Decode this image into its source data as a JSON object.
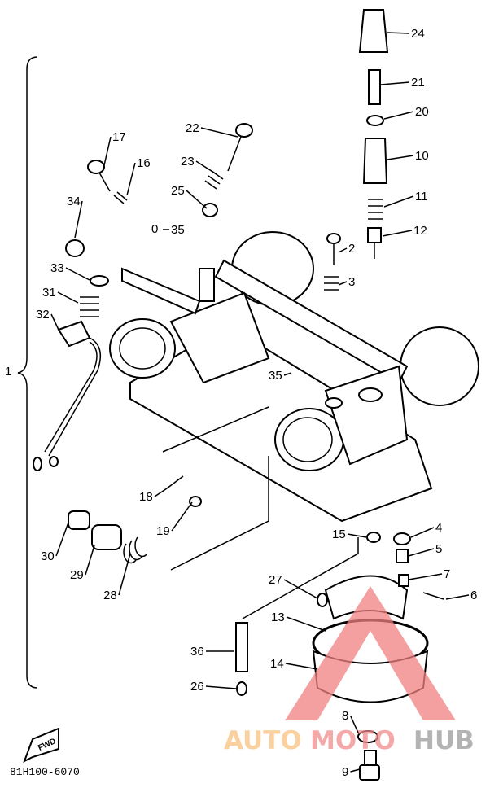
{
  "diagram": {
    "title_code": "81H100-6070",
    "fwd_label": "FWD",
    "labels": [
      "24",
      "21",
      "20",
      "10",
      "11",
      "12",
      "2",
      "3",
      "22",
      "17",
      "16",
      "23",
      "25",
      "35",
      "34",
      "33",
      "31",
      "32",
      "1",
      "35",
      "18",
      "19",
      "30",
      "29",
      "28",
      "15",
      "4",
      "5",
      "7",
      "6",
      "27",
      "13",
      "36",
      "14",
      "26",
      "8",
      "9"
    ],
    "small_part_glyph": "0"
  },
  "watermark": {
    "part1": "AUTO",
    "part2": "MOTO",
    "part3": "HUB",
    "colors": {
      "auto": "#f9c27e",
      "moto": "#f28c8c",
      "hub": "#9a9a9a",
      "triangle": "#f08080"
    }
  }
}
